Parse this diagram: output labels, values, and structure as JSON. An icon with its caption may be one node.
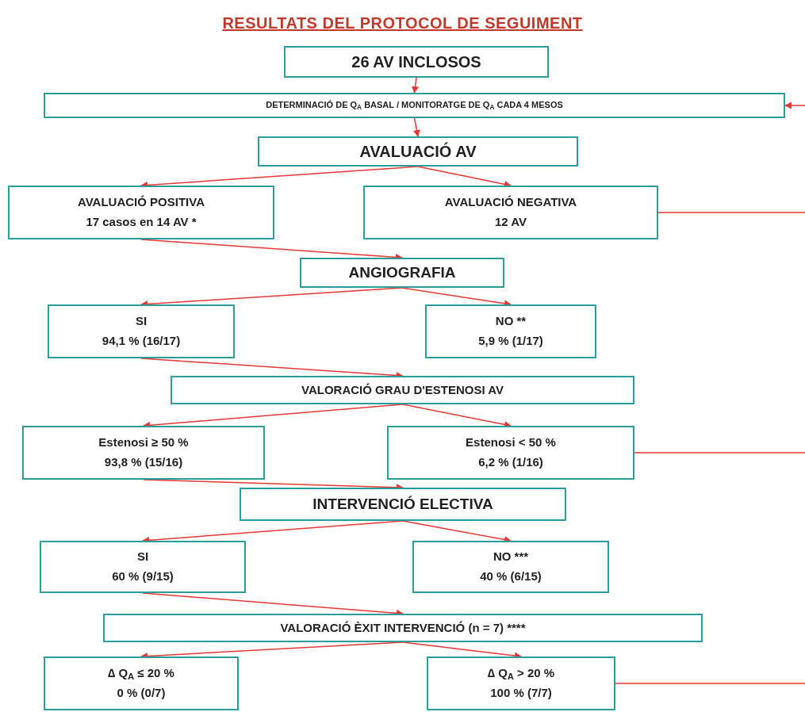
{
  "diagram": {
    "title": "RESULTATS DEL PROTOCOL DE SEGUIMENT",
    "nodes": [
      {
        "text": [
          "26 AV INCLOSOS"
        ]
      },
      {
        "text": [
          "DETERMINACIÓ DE Q$_{A}$ BASAL / MONITORATGE DE Q$_{A}$ CADA 4 MESOS"
        ]
      },
      {
        "text": [
          "AVALUACIÓ AV"
        ]
      },
      {
        "text": [
          "AVALUACIÓ POSITIVA",
          "17 casos en 14 AV *"
        ]
      },
      {
        "text": [
          "AVALUACIÓ NEGATIVA",
          "12 AV"
        ]
      },
      {
        "text": [
          "ANGIOGRAFIA"
        ]
      },
      {
        "text": [
          "SI",
          "94,1 % (16/17)"
        ]
      },
      {
        "text": [
          "NO **",
          "5,9 % (1/17)"
        ]
      },
      {
        "text": [
          "VALORACIÓ GRAU D'ESTENOSI AV"
        ]
      },
      {
        "text": [
          "Estenosi ≥ 50 %",
          "93,8 % (15/16)"
        ]
      },
      {
        "text": [
          "Estenosi < 50 %",
          "6,2 % (1/16)"
        ]
      },
      {
        "text": [
          "INTERVENCIÓ ELECTIVA"
        ]
      },
      {
        "text": [
          "SI",
          "60 % (9/15)"
        ]
      },
      {
        "text": [
          "NO ***",
          "40 % (6/15)"
        ]
      },
      {
        "text": [
          "VALORACIÓ ÈXIT INTERVENCIÓ (n = 7) ****"
        ]
      },
      {
        "text": [
          "∆ Q$_{A}$ ≤ 20 %",
          "0 % (0/7)"
        ]
      },
      {
        "text": [
          "∆ Q$_{A}$ > 20 %",
          "100 % (7/7)"
        ]
      }
    ],
    "edges": [
      {
        "from": 0,
        "to": 1,
        "arrow": "to"
      },
      {
        "from": 1,
        "to": 2,
        "arrow": "to"
      },
      {
        "from": 2,
        "to": 3,
        "arrow": "to"
      },
      {
        "from": 2,
        "to": 4,
        "arrow": "to"
      },
      {
        "from": 3,
        "to": 5,
        "arrow": "to"
      },
      {
        "from": 5,
        "to": 6,
        "arrow": "to"
      },
      {
        "from": 5,
        "to": 7,
        "arrow": "to"
      },
      {
        "from": 6,
        "to": 8,
        "arrow": "to"
      },
      {
        "from": 8,
        "to": 9,
        "arrow": "to"
      },
      {
        "from": 8,
        "to": 10,
        "arrow": "to"
      },
      {
        "from": 9,
        "to": 11,
        "arrow": "to"
      },
      {
        "from": 11,
        "to": 12,
        "arrow": "to"
      },
      {
        "from": 11,
        "to": 13,
        "arrow": "to"
      },
      {
        "from": 12,
        "to": 14,
        "arrow": "to"
      },
      {
        "from": 14,
        "to": 15,
        "arrow": "to"
      },
      {
        "from": 14,
        "to": 16,
        "arrow": "to"
      },
      {
        "from": 4,
        "to": null,
        "arrow": "none"
      },
      {
        "from": 10,
        "to": null,
        "arrow": "none"
      },
      {
        "from": 16,
        "to": null,
        "arrow": "none"
      },
      {
        "from": null,
        "to": 1,
        "arrow": "to"
      }
    ]
  }
}
